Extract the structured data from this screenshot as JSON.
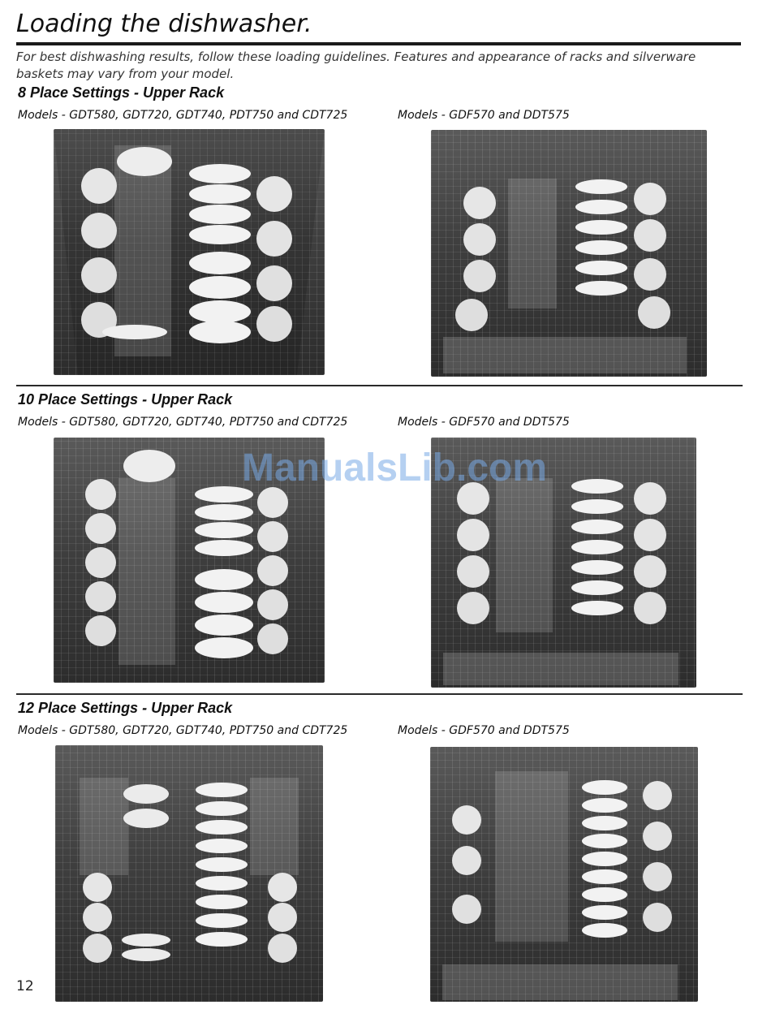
{
  "page": {
    "title": "Loading the dishwasher.",
    "intro": "For best dishwashing results, follow these loading guidelines. Features and appearance of racks and silverware baskets may vary from your model.",
    "page_number": "12",
    "watermark": "ManualsLib.com"
  },
  "sections": [
    {
      "title": "8 Place Settings - Upper Rack",
      "left_models": "Models - GDT580, GDT720, GDT740, PDT750 and CDT725",
      "right_models": "Models - GDF570 and DDT575"
    },
    {
      "title": "10 Place Settings - Upper Rack",
      "left_models": "Models - GDT580, GDT720, GDT740, PDT750 and CDT725",
      "right_models": "Models - GDF570 and DDT575"
    },
    {
      "title": "12 Place Settings - Upper Rack",
      "left_models": "Models - GDT580, GDT720, GDT740, PDT750 and CDT725",
      "right_models": "Models - GDF570 and DDT575"
    }
  ]
}
